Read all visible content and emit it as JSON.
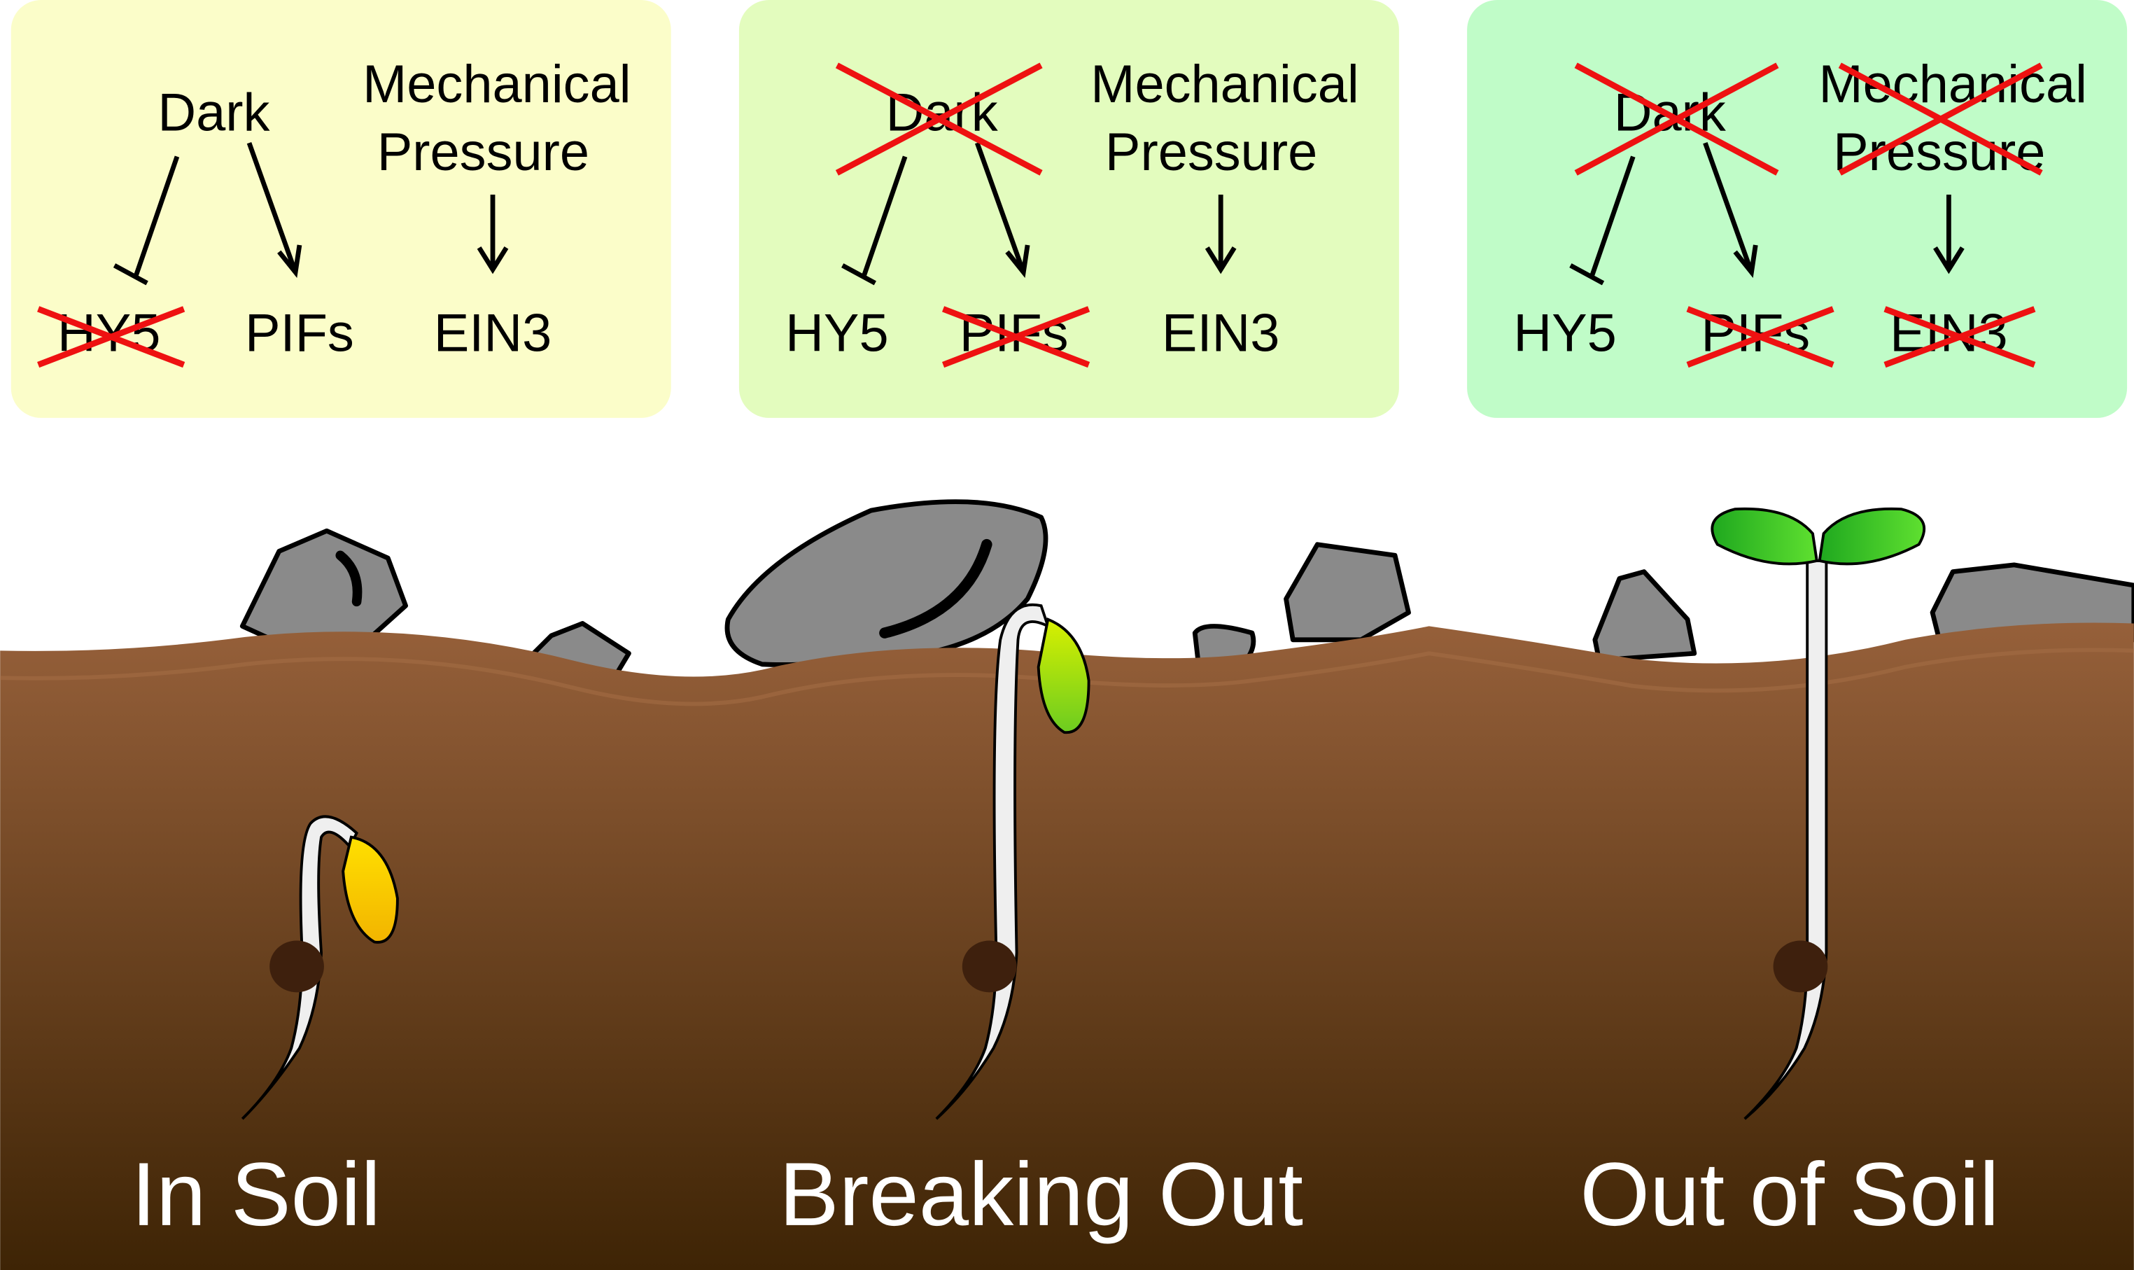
{
  "panels": [
    {
      "signal_dark": "Dark",
      "signal_mech_1": "Mechanical",
      "signal_mech_2": "Pressure",
      "hy5": "HY5",
      "pifs": "PIFs",
      "ein3": "EIN3",
      "color": "#fbfdc9"
    },
    {
      "signal_dark": "Dark",
      "signal_mech_1": "Mechanical",
      "signal_mech_2": "Pressure",
      "hy5": "HY5",
      "pifs": "PIFs",
      "ein3": "EIN3",
      "color": "#e3fcbe"
    },
    {
      "signal_dark": "Dark",
      "signal_mech_1": "Mechanical",
      "signal_mech_2": "Pressure",
      "hy5": "HY5",
      "pifs": "PIFs",
      "ein3": "EIN3",
      "color": "#c0fcc8"
    }
  ],
  "stages": [
    "In Soil",
    "Breaking Out",
    "Out of Soil"
  ],
  "colors": {
    "soil_top": "#96603a",
    "soil_bottom": "#3e2405",
    "rock": "#8a8a8a",
    "cross": "#ee1111"
  }
}
